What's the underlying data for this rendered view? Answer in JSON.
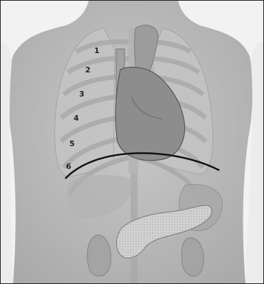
{
  "image": {
    "subject": "torso",
    "colors": {
      "background": "#ffffff",
      "skin": "#b9b9b9",
      "organs": "#8f8f8f",
      "line": "#111111"
    }
  },
  "rib_labels": [
    "1",
    "2",
    "3",
    "4",
    "5",
    "6"
  ]
}
